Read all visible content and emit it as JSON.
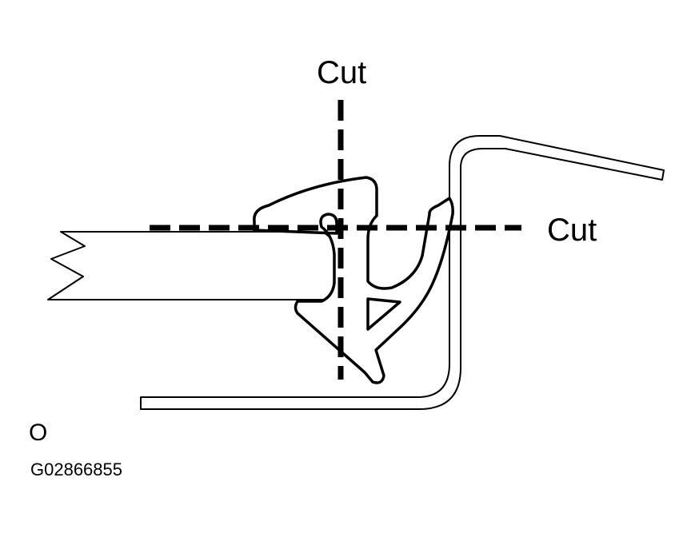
{
  "diagram": {
    "labels": {
      "cut_vertical": "Cut",
      "cut_horizontal": "Cut",
      "view_marker": "O",
      "figure_id": "G02866855"
    },
    "colors": {
      "line": "#000000",
      "background": "#ffffff"
    }
  }
}
